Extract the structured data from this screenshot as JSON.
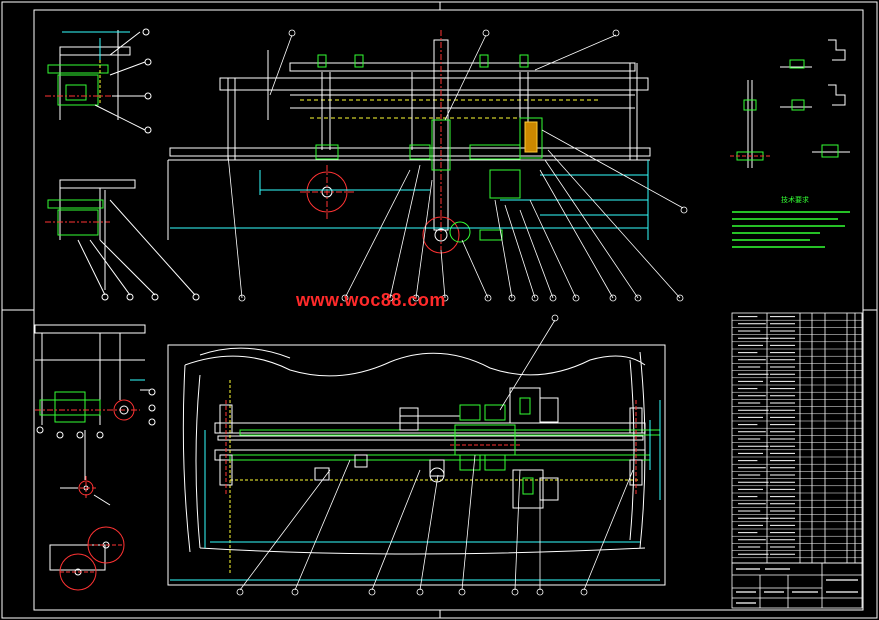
{
  "watermark": "www.woc88.com",
  "colors": {
    "background": "#000000",
    "frame": "#ffffff",
    "outline": "#ffffff",
    "section": "#33ff33",
    "centerline": "#ff3333",
    "hidden": "#ffff33",
    "dimension": "#33ffff",
    "magenta": "#ff33ff",
    "leader": "#ffffff"
  },
  "notes": {
    "title": "技术要求"
  },
  "views": [
    "front-view",
    "plan-view",
    "side-view-upper",
    "side-view-middle",
    "side-view-lower",
    "gear-detail",
    "pulley-detail",
    "section-details",
    "parts-list",
    "title-block"
  ]
}
